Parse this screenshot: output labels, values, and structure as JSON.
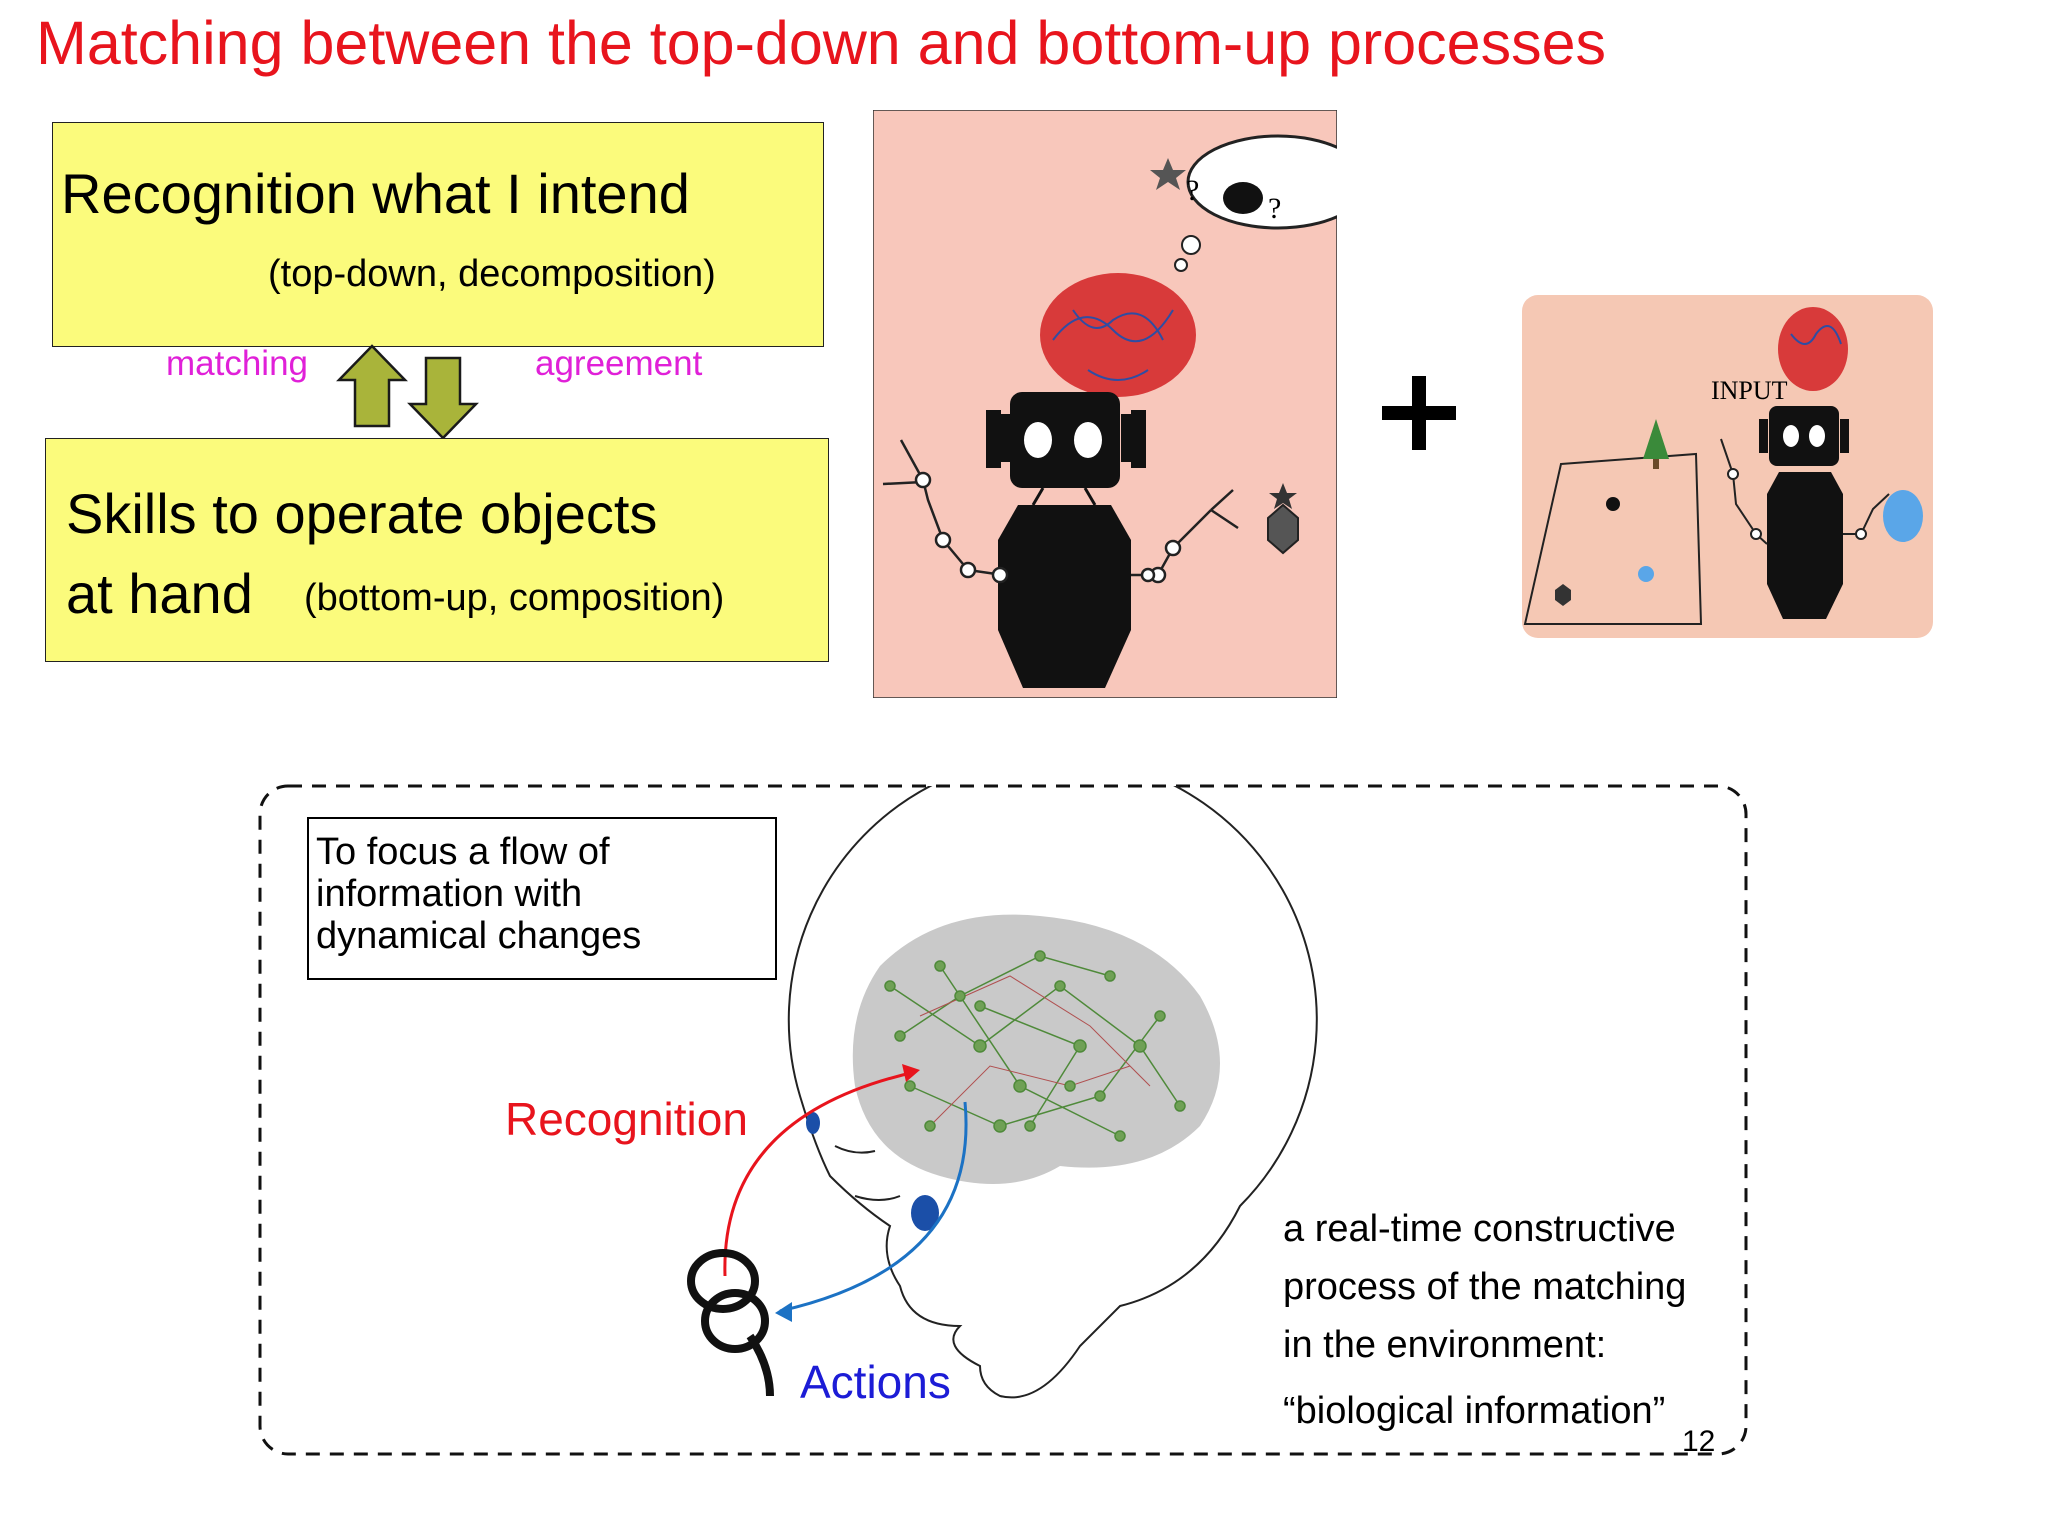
{
  "slide": {
    "title": "Matching between the top-down and bottom-up processes",
    "top_box": {
      "main": "Recognition what I intend",
      "sub": "(top-down, decomposition)"
    },
    "bottom_box": {
      "line1": "Skills to operate objects",
      "line2": "at hand",
      "sub": "(bottom-up, composition)"
    },
    "arrow_labels": {
      "matching": "matching",
      "agreement": "agreement"
    },
    "plus_sign": "+",
    "thought_bubble": {
      "q1": "?",
      "q2": "?"
    },
    "input_label": "INPUT",
    "focus_box": [
      "To focus a flow of",
      "information with",
      "dynamical changes"
    ],
    "head_labels": {
      "recognition": "Recognition",
      "actions": "Actions"
    },
    "note": [
      "a real-time constructive",
      "process of the matching",
      "in the environment:",
      "“biological information”"
    ],
    "page_number": "12"
  },
  "colors": {
    "title": "#e8141d",
    "box_fill": "#fbfb7c",
    "arrow_fill": "#a9b43a",
    "label_magenta": "#e020d8",
    "recognition": "#e8141d",
    "actions": "#1c1cd6",
    "panel_pink": "#f8c7bb"
  },
  "icons": [
    "arrow-up-icon",
    "arrow-down-icon",
    "brain-icon",
    "robot-icon",
    "tree-icon",
    "ball-icon",
    "star-icon",
    "hexagon-icon",
    "head-icon",
    "neuron-network-icon"
  ]
}
